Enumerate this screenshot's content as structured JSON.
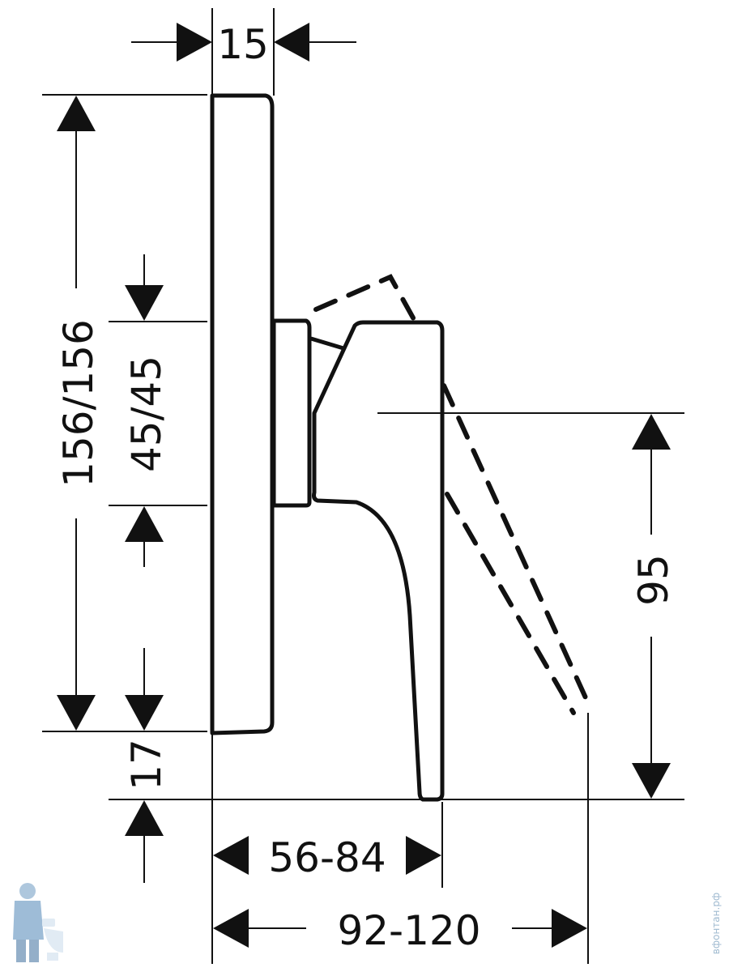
{
  "dimensions": {
    "cover_depth": "15",
    "cover_height": "156/156",
    "body_height": "45/45",
    "bottom_offset": "17",
    "lever_height": "95",
    "projection_min": "56-84",
    "projection_max": "92-120"
  },
  "watermark": "вфонтан.рф",
  "colors": {
    "line": "#111111",
    "background": "#ffffff",
    "watermark": "#9fbad0"
  }
}
